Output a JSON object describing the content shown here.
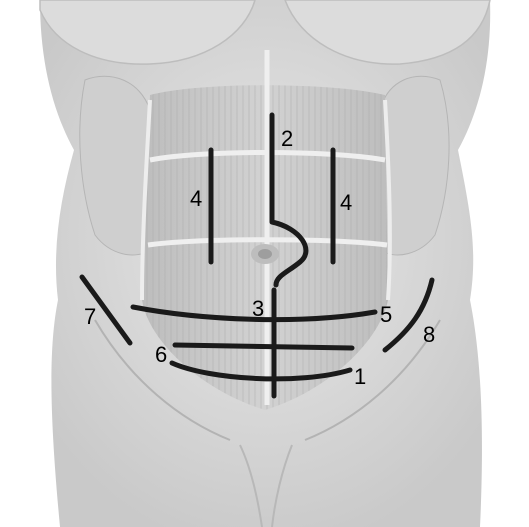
{
  "colors": {
    "background": "#ffffff",
    "skin": "#d9d9d9",
    "skin_light": "#ececec",
    "muscle": "#c6c6c6",
    "muscle_line": "#a9a9a9",
    "tendon": "#f2f2f2",
    "incision": "#1a1a1a"
  },
  "incisions": [
    {
      "label": "2",
      "name": "upper-midline-incision"
    },
    {
      "label": "4",
      "name": "left-paramedian-incision"
    },
    {
      "label": "4",
      "name": "right-paramedian-incision"
    },
    {
      "label": "3",
      "name": "lower-midline-incision"
    },
    {
      "label": "7",
      "name": "left-oblique-incision"
    },
    {
      "label": "8",
      "name": "right-oblique-incision"
    },
    {
      "label": "5",
      "name": "upper-transverse-incision"
    },
    {
      "label": "6",
      "name": "middle-transverse-incision"
    },
    {
      "label": "1",
      "name": "lower-transverse-incision"
    }
  ]
}
